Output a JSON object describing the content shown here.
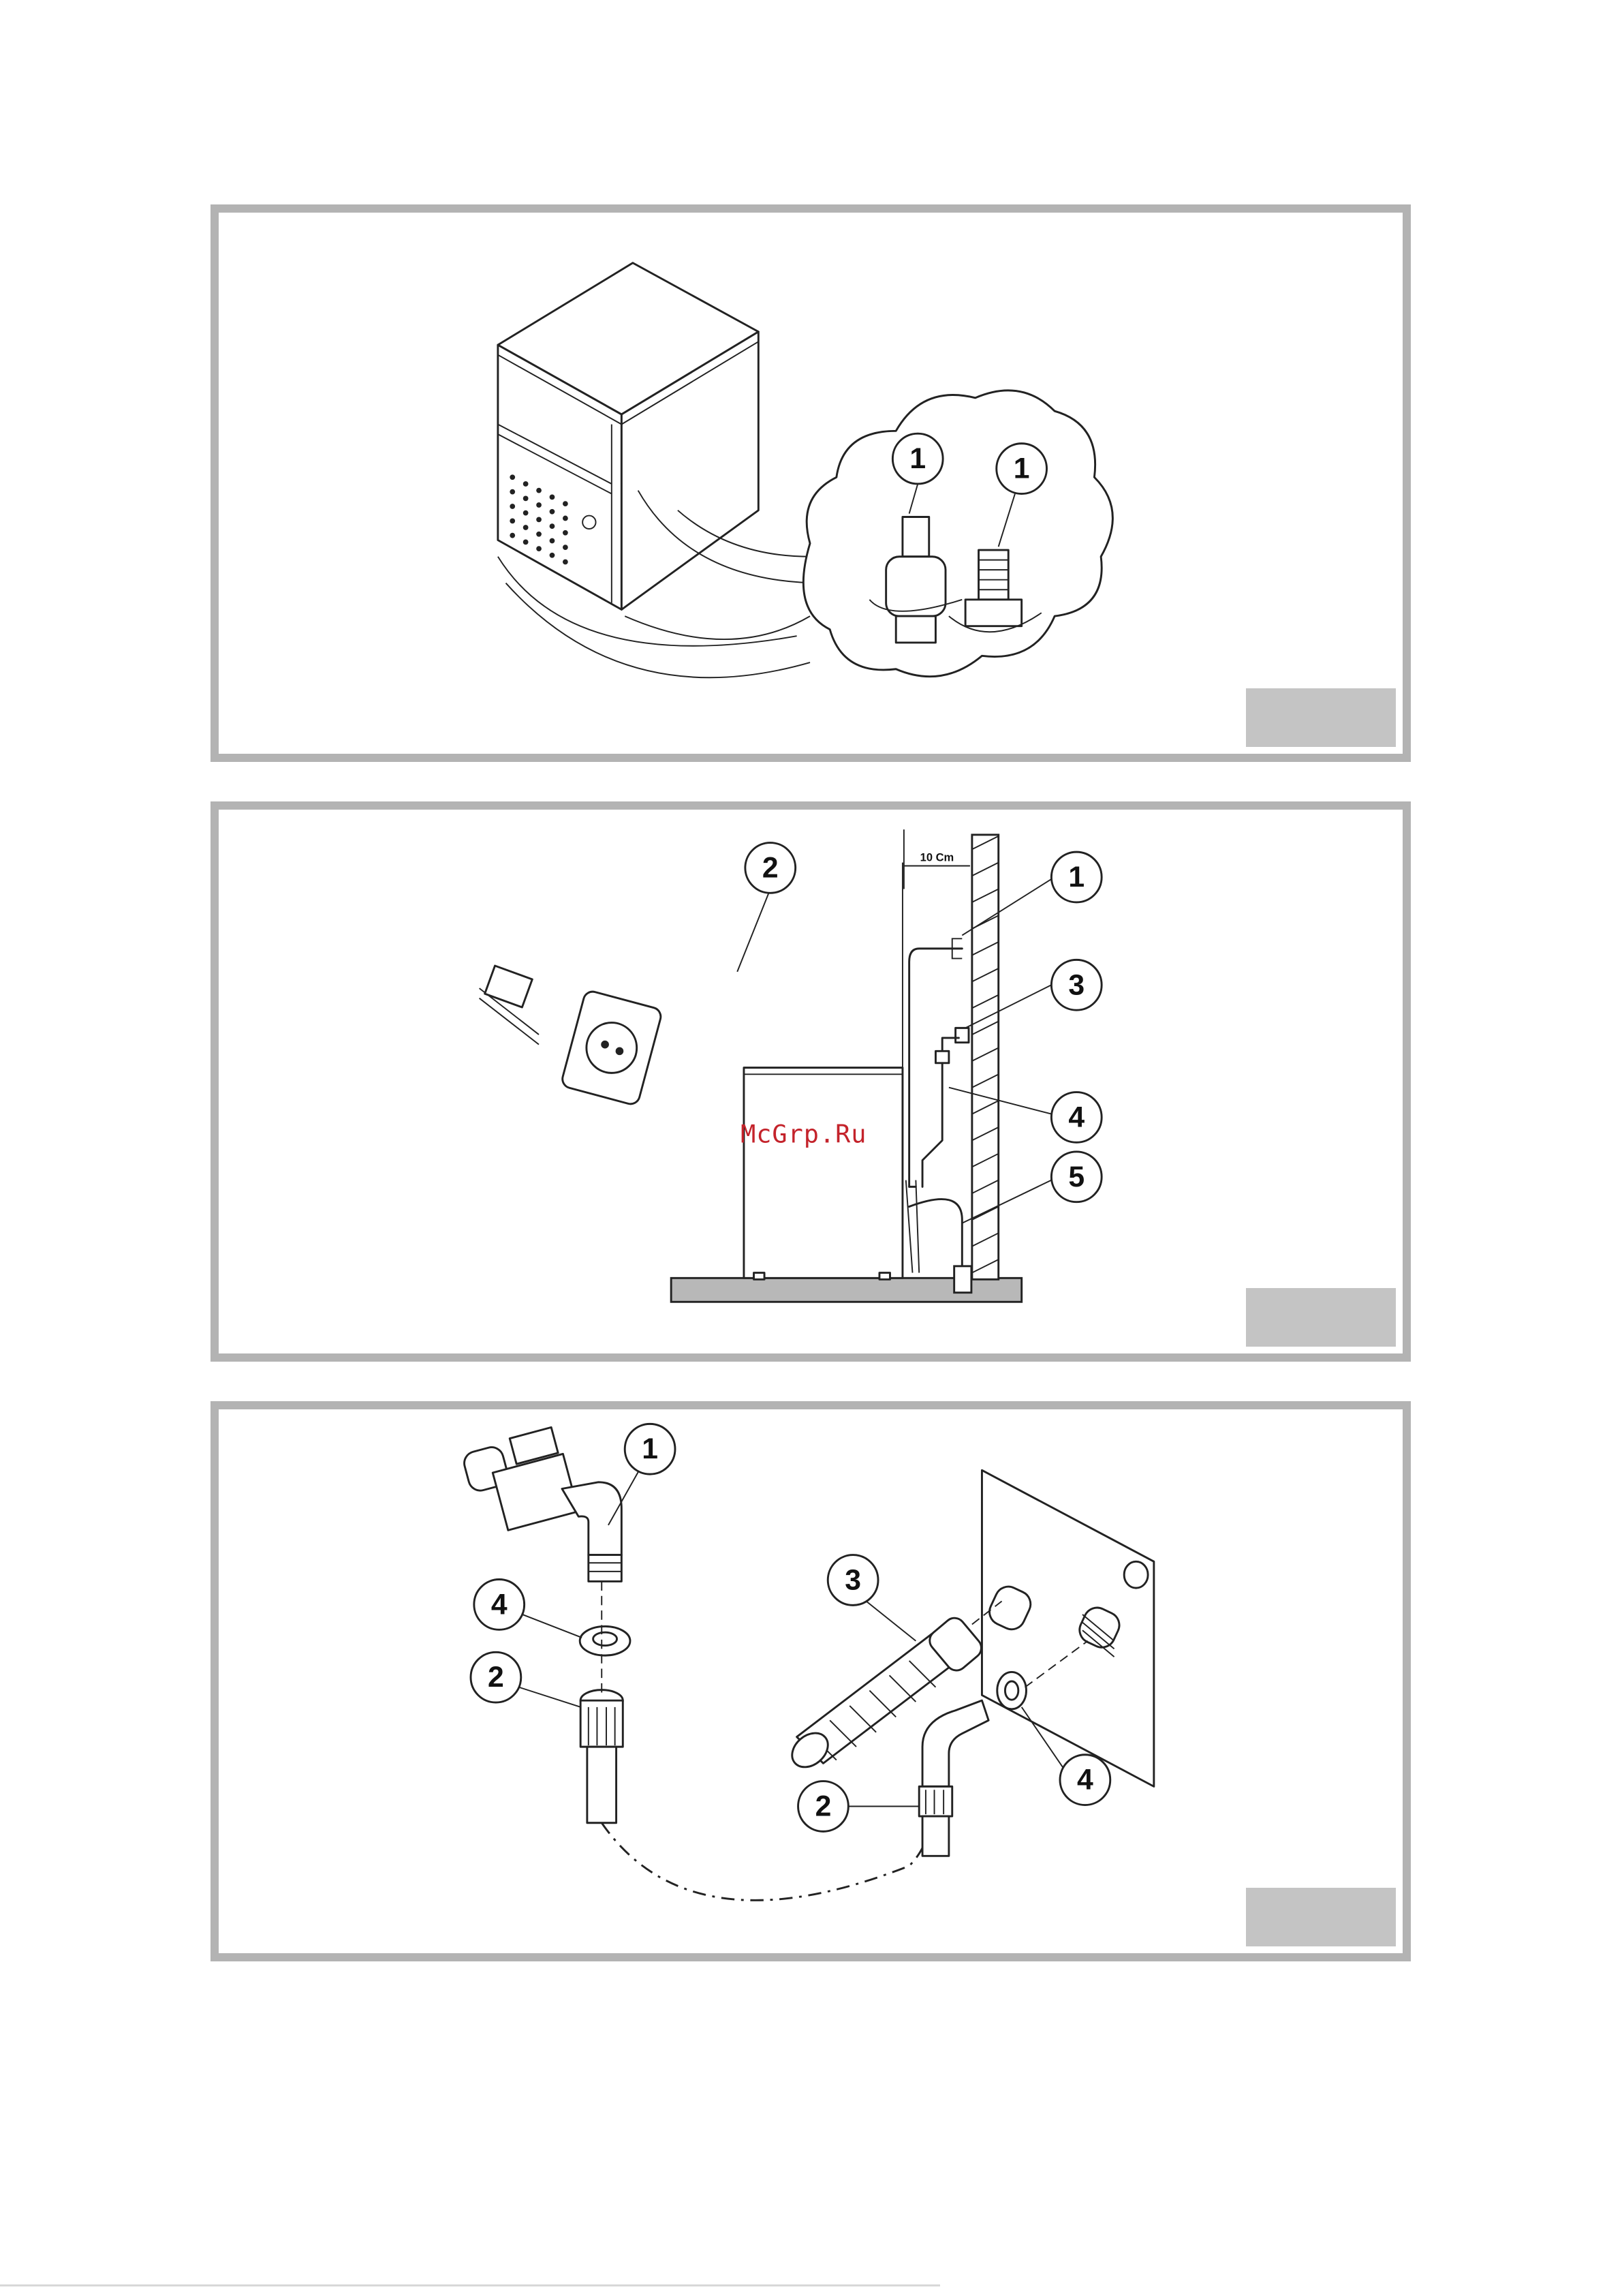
{
  "figure1": {
    "callouts": [
      {
        "id": "f1-c1a",
        "label": "1"
      },
      {
        "id": "f1-c1b",
        "label": "1"
      }
    ]
  },
  "figure2": {
    "dimension": "10 Cm",
    "callouts": [
      {
        "id": "f2-c1",
        "label": "1"
      },
      {
        "id": "f2-c2",
        "label": "2"
      },
      {
        "id": "f2-c3",
        "label": "3"
      },
      {
        "id": "f2-c4",
        "label": "4"
      },
      {
        "id": "f2-c5",
        "label": "5"
      }
    ],
    "watermark": "McGrp.Ru"
  },
  "figure3": {
    "callouts": [
      {
        "id": "f3-c1",
        "label": "1"
      },
      {
        "id": "f3-c4a",
        "label": "4"
      },
      {
        "id": "f3-c2a",
        "label": "2"
      },
      {
        "id": "f3-c3",
        "label": "3"
      },
      {
        "id": "f3-c4b",
        "label": "4"
      },
      {
        "id": "f3-c2b",
        "label": "2"
      }
    ]
  },
  "colors": {
    "frame": "#b3b3b3",
    "label_box": "#c4c4c4",
    "watermark": "#c4232b",
    "line": "#222222"
  }
}
